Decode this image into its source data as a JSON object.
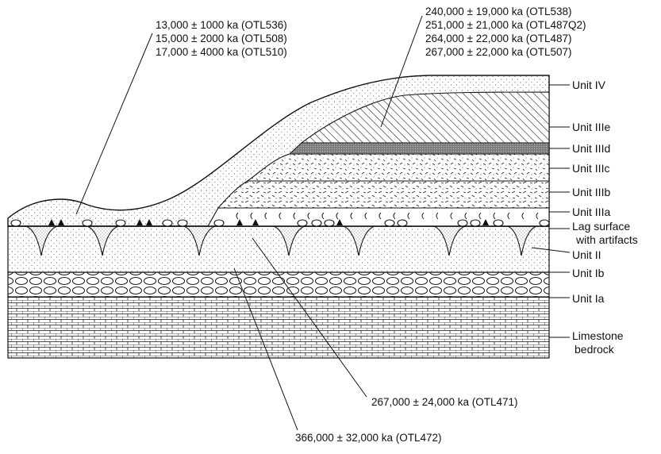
{
  "date_groups": {
    "unit_iv_dates": [
      "13,000 ± 1000 ka (OTL536)",
      "15,000 ± 2000 ka (OTL508)",
      "17,000 ± 4000 ka (OTL510)"
    ],
    "unit_iiie_dates": [
      "240,000 ± 19,000 ka (OTL538)",
      "251,000 ± 21,000 ka (OTL487Q2)",
      "264,000 ± 22,000 ka (OTL487)",
      "267,000 ± 22,000 ka (OTL507)"
    ],
    "unit_ii_date": "267,000 ± 24,000 ka (OTL471)",
    "unit_ib_date": "366,000 ± 32,000 ka (OTL472)"
  },
  "units": {
    "unit_iv": "Unit IV",
    "unit_iiie": "Unit IIIe",
    "unit_iiid": "Unit IIId",
    "unit_iiic": "Unit IIIc",
    "unit_iiib": "Unit IIIb",
    "unit_iiia": "Unit IIIa",
    "lag_surface": [
      "Lag surface",
      "with artifacts"
    ],
    "unit_ii": "Unit II",
    "unit_ib": "Unit Ib",
    "unit_ia": "Unit Ia",
    "bedrock": [
      "Limestone",
      "bedrock"
    ]
  }
}
